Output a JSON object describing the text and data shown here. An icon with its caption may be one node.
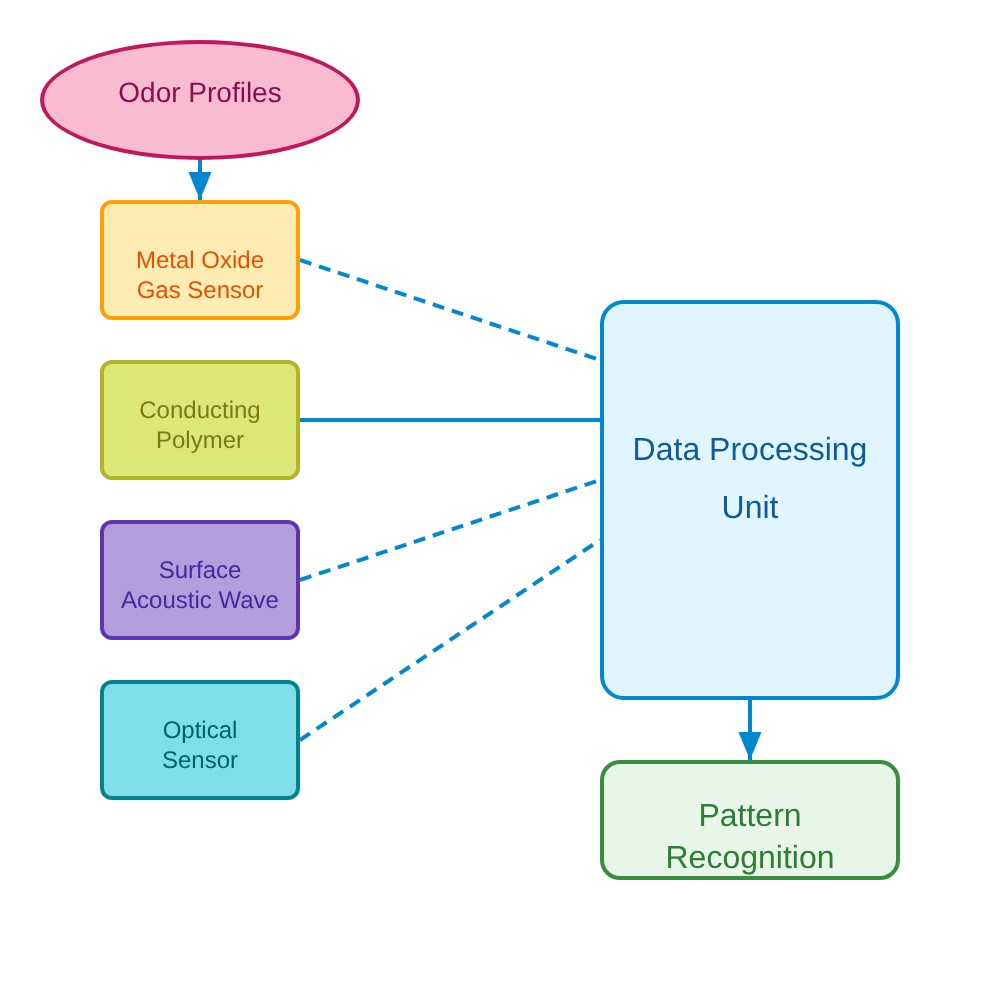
{
  "diagram": {
    "nodes": [
      {
        "text": [
          "Odor Profiles"
        ]
      },
      {
        "text": [
          "Metal Oxide Gas Sensor"
        ]
      },
      {
        "text": [
          "Conducting Polymer"
        ]
      },
      {
        "text": [
          "Surface Acoustic Wave"
        ]
      },
      {
        "text": [
          "Optical Sensor"
        ]
      },
      {
        "text": [
          "Data Processing Unit"
        ]
      },
      {
        "text": [
          "Pattern Recognition"
        ]
      }
    ],
    "edges": [
      {
        "from": 0,
        "to": 1,
        "arrow": "to"
      },
      {
        "from": 1,
        "to": 5,
        "arrow": "none",
        "style": "dashed"
      },
      {
        "from": 2,
        "to": 5,
        "arrow": "none"
      },
      {
        "from": 3,
        "to": 5,
        "arrow": "none",
        "style": "dashed"
      },
      {
        "from": 4,
        "to": 5,
        "arrow": "none",
        "style": "dashed"
      },
      {
        "from": 5,
        "to": 6,
        "arrow": "to"
      }
    ]
  }
}
